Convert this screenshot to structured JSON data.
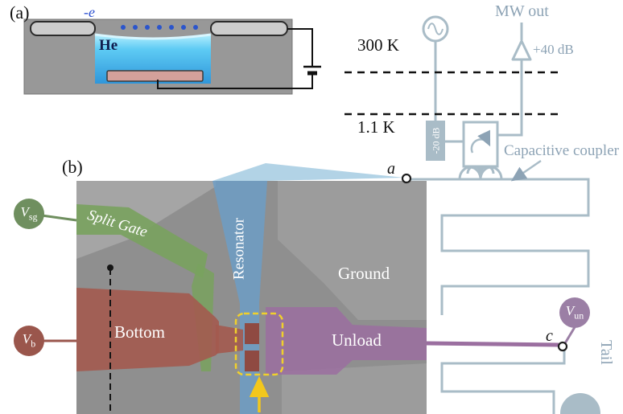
{
  "figure": {
    "panel_a": {
      "label": "(a)",
      "electron_charge_label": "-e",
      "helium_label": "He"
    },
    "circuit": {
      "stage_top_label": "300 K",
      "stage_bottom_label": "1.1 K",
      "mw_out_label": "MW out",
      "amplifier_gain": "+40 dB",
      "attenuator_value": "-20 dB",
      "coupler_label": "Capacitive coupler",
      "node_a_label": "a",
      "node_c_label": "c",
      "tail_label": "Tail"
    },
    "panel_b": {
      "label": "(b)",
      "region_labels": {
        "split_gate": "Split Gate",
        "resonator": "Resonator",
        "ground": "Ground",
        "bottom": "Bottom",
        "unload": "Unload"
      },
      "voltage_labels": {
        "sg": {
          "symbol": "V",
          "subscript": "sg"
        },
        "b": {
          "symbol": "V",
          "subscript": "b"
        },
        "un": {
          "symbol": "V",
          "subscript": "un"
        }
      }
    },
    "colors": {
      "circuit_line": "#a9bcc7",
      "circuit_text": "#8da3b5",
      "split_gate_green": "#79a25e",
      "bottom_red": "#a35a4f",
      "unload_purple": "#9b6fa0",
      "resonator_blue": "#6d9ec6",
      "highlight_yellow": "#f0d02c",
      "helium_blue": "#57c8f2"
    }
  }
}
